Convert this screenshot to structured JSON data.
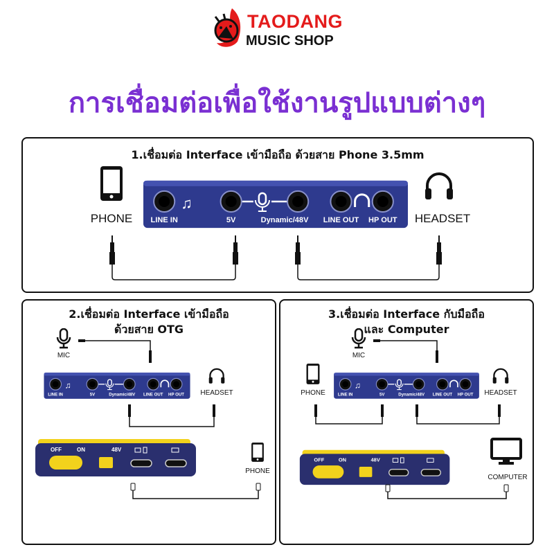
{
  "logo": {
    "line1": "TAODANG",
    "line2": "MUSIC SHOP"
  },
  "headline": "การเชื่อมต่อเพื่อใช้งานรูปแบบต่างๆ",
  "device_front": {
    "line_in": "LINE IN",
    "v5": "5V",
    "dynamic": "Dynamic/48V",
    "line_out": "LINE OUT",
    "hp_out": "HP OUT"
  },
  "device_back": {
    "off": "OFF",
    "on": "ON",
    "v48": "48V"
  },
  "panel1": {
    "title": "1.เชื่อมต่อ Interface เข้ามือถือ ด้วยสาย Phone 3.5mm",
    "phone": "PHONE",
    "headset": "HEADSET"
  },
  "panel2": {
    "title_line1": "2.เชื่อมต่อ Interface เข้ามือถือ",
    "title_line2": "ด้วยสาย OTG",
    "mic": "MIC",
    "headset": "HEADSET",
    "phone": "PHONE"
  },
  "panel3": {
    "title_line1": "3.เชื่อมต่อ Interface กับมือถือ",
    "title_line2": "และ Computer",
    "mic": "MIC",
    "phone": "PHONE",
    "headset": "HEADSET",
    "computer": "COMPUTER"
  },
  "colors": {
    "device_blue": "#2e3a8e",
    "yellow": "#f2d21c",
    "purple": "#7a2fd2",
    "logo_red": "#e41b1b"
  }
}
